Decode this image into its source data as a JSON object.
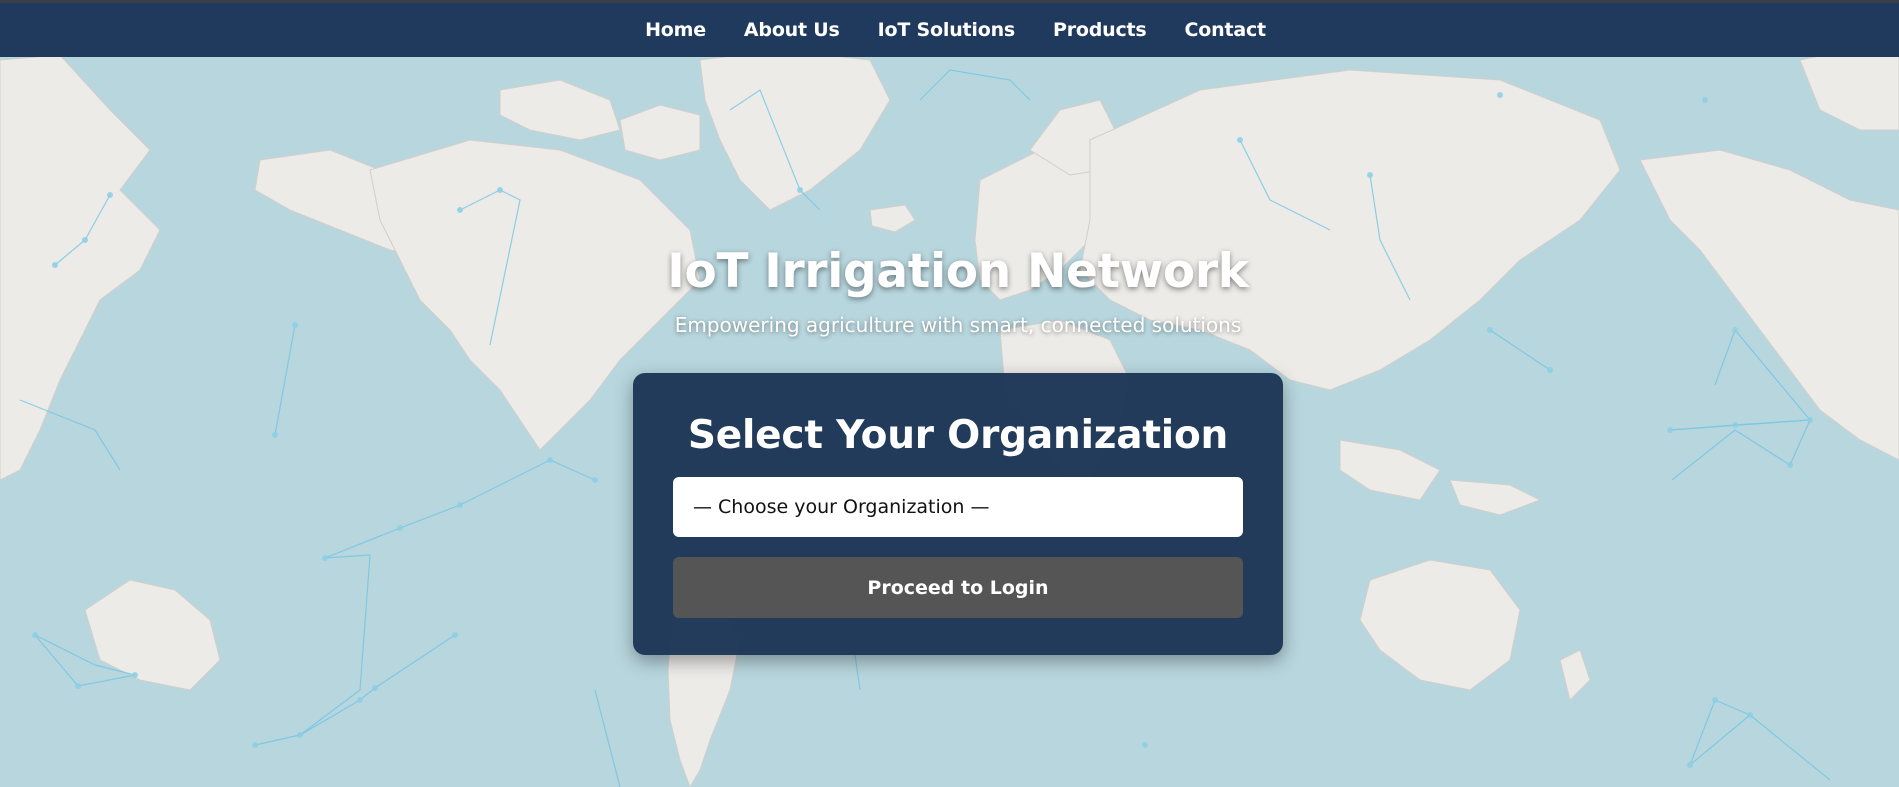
{
  "nav": {
    "items": [
      {
        "label": "Home"
      },
      {
        "label": "About Us"
      },
      {
        "label": "IoT Solutions"
      },
      {
        "label": "Products"
      },
      {
        "label": "Contact"
      }
    ]
  },
  "hero": {
    "title": "IoT Irrigation Network",
    "subtitle": "Empowering agriculture with smart, connected solutions"
  },
  "org_card": {
    "title": "Select Your Organization",
    "select_value": "— Choose your Organization —",
    "proceed_label": "Proceed to Login"
  },
  "colors": {
    "navbar": "#1f3a5c",
    "card": "#1d3657",
    "ocean": "#b8d6de",
    "land": "#ecebe8",
    "network": "#6cc4e4",
    "button": "#555555"
  }
}
